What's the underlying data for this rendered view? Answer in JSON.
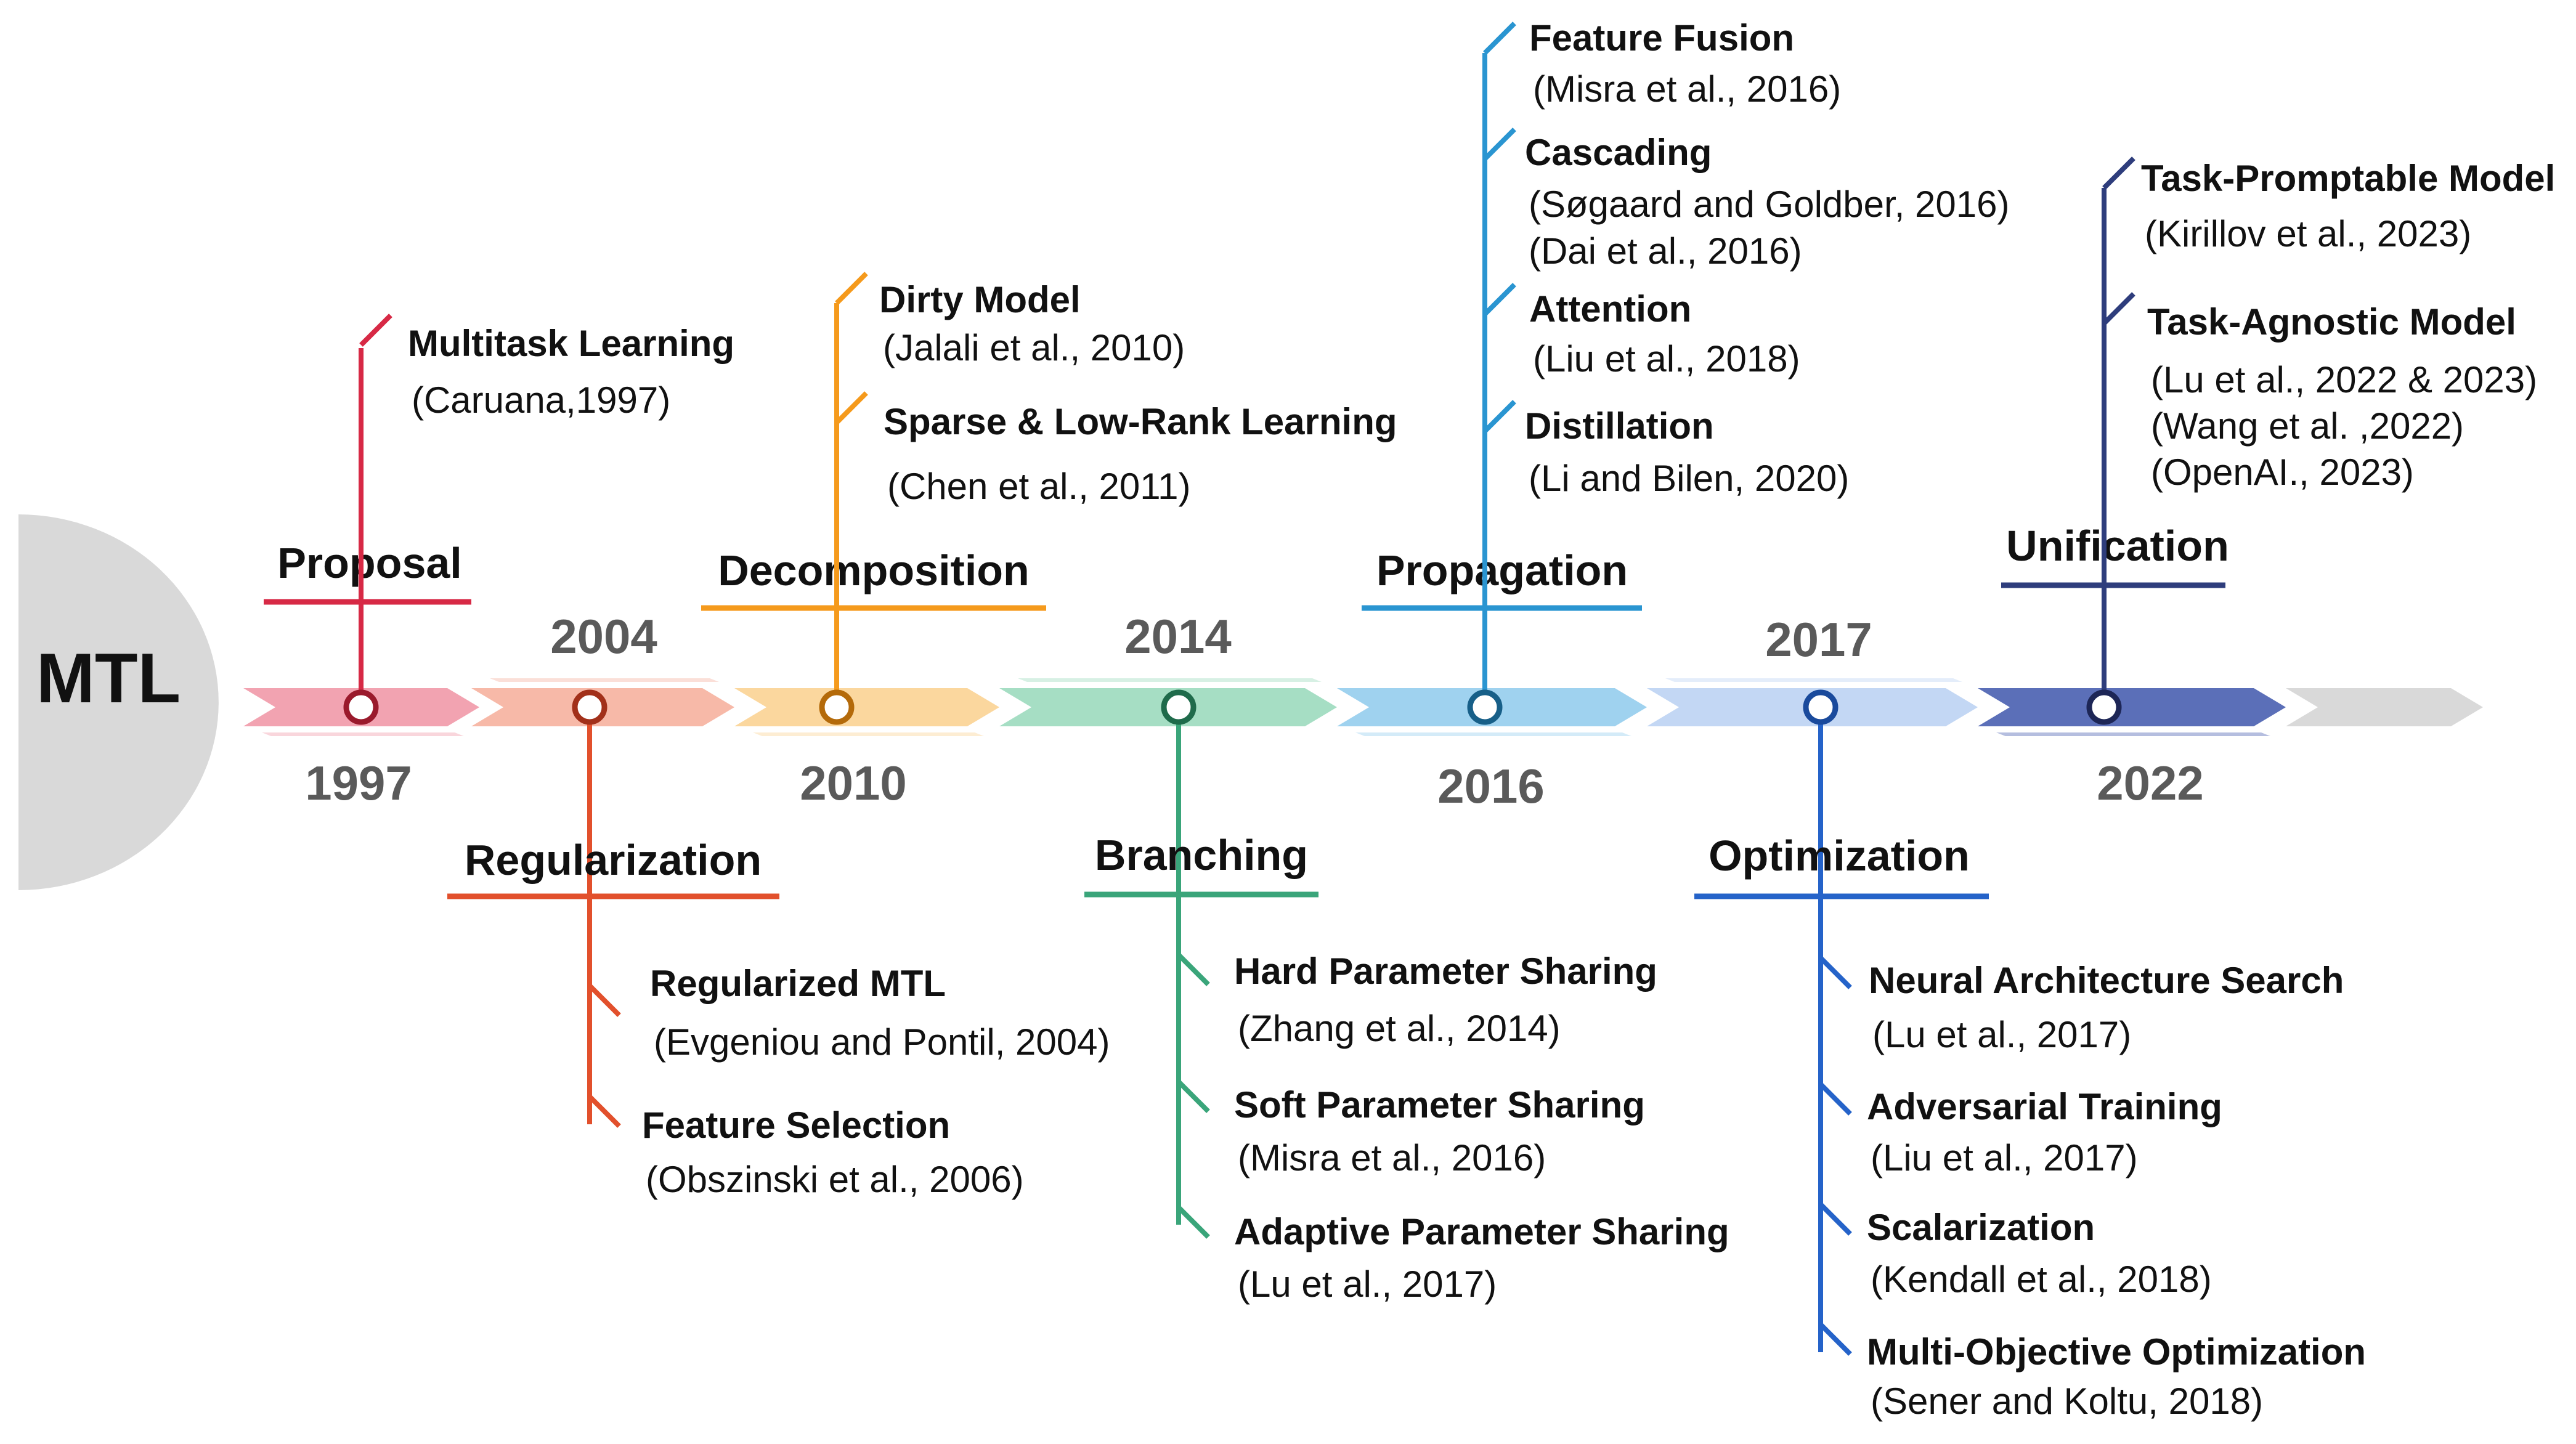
{
  "center_label": "MTL",
  "segments": [
    {
      "color": "#f2a3b1"
    },
    {
      "color": "#f7b9a8"
    },
    {
      "color": "#fbd79e"
    },
    {
      "color": "#a6dec4"
    },
    {
      "color": "#9fd2ef"
    },
    {
      "color": "#c3d7f4"
    },
    {
      "color": "#5b6fb8"
    },
    {
      "color": "#d9d9d9"
    }
  ],
  "milestones": [
    {
      "id": "proposal",
      "phase": "Proposal",
      "year": "1997",
      "side": "above",
      "color": "#d72945",
      "ring": "#9a1a2c",
      "items": [
        {
          "title": "Multitask Learning",
          "refs": [
            "(Caruana,1997)"
          ]
        }
      ]
    },
    {
      "id": "regularization",
      "phase": "Regularization",
      "year": "2004",
      "side": "below",
      "color": "#e2502c",
      "ring": "#a2301a",
      "items": [
        {
          "title": "Regularized MTL",
          "refs": [
            "(Evgeniou and Pontil, 2004)"
          ]
        },
        {
          "title": "Feature Selection",
          "refs": [
            "(Obszinski et al., 2006)"
          ]
        }
      ]
    },
    {
      "id": "decomposition",
      "phase": "Decomposition",
      "year": "2010",
      "side": "above",
      "color": "#f59a1c",
      "ring": "#b46a0a",
      "items": [
        {
          "title": "Dirty Model",
          "refs": [
            "(Jalali et al., 2010)"
          ]
        },
        {
          "title": "Sparse & Low-Rank Learning",
          "refs": [
            "(Chen et al., 2011)"
          ]
        }
      ]
    },
    {
      "id": "branching",
      "phase": "Branching",
      "year": "2014",
      "side": "below",
      "color": "#3aa57a",
      "ring": "#1f6b4b",
      "items": [
        {
          "title": "Hard Parameter Sharing",
          "refs": [
            "(Zhang et al., 2014)"
          ]
        },
        {
          "title": "Soft Parameter Sharing",
          "refs": [
            "(Misra et al., 2016)"
          ]
        },
        {
          "title": "Adaptive Parameter Sharing",
          "refs": [
            "(Lu et al., 2017)"
          ]
        }
      ]
    },
    {
      "id": "propagation",
      "phase": "Propagation",
      "year": "2016",
      "side": "above",
      "color": "#2a95d1",
      "ring": "#175f88",
      "items": [
        {
          "title": "Feature Fusion",
          "refs": [
            "(Misra et al., 2016)"
          ]
        },
        {
          "title": "Cascading",
          "refs": [
            "(Søgaard and Goldber, 2016)",
            "(Dai et al., 2016)"
          ]
        },
        {
          "title": "Attention",
          "refs": [
            "(Liu et al., 2018)"
          ]
        },
        {
          "title": "Distillation",
          "refs": [
            "(Li and Bilen, 2020)"
          ]
        }
      ]
    },
    {
      "id": "optimization",
      "phase": "Optimization",
      "year": "2017",
      "side": "below",
      "color": "#2563c9",
      "ring": "#1a4a9c",
      "items": [
        {
          "title": "Neural Architecture Search",
          "refs": [
            "(Lu et al., 2017)"
          ]
        },
        {
          "title": "Adversarial Training",
          "refs": [
            "(Liu et al., 2017)"
          ]
        },
        {
          "title": "Scalarization",
          "refs": [
            "(Kendall et al., 2018)"
          ]
        },
        {
          "title": "Multi-Objective Optimization",
          "refs": [
            "(Sener and Koltu, 2018)"
          ]
        }
      ]
    },
    {
      "id": "unification",
      "phase": "Unification",
      "year": "2022",
      "side": "above",
      "color": "#2e3d7c",
      "ring": "#1d2656",
      "items": [
        {
          "title": "Task-Promptable Model",
          "refs": [
            "(Kirillov et al., 2023)"
          ]
        },
        {
          "title": "Task-Agnostic Model",
          "refs": [
            "(Lu et al., 2022 & 2023)",
            "(Wang et al. ,2022)",
            "(OpenAI., 2023)"
          ]
        }
      ]
    }
  ]
}
